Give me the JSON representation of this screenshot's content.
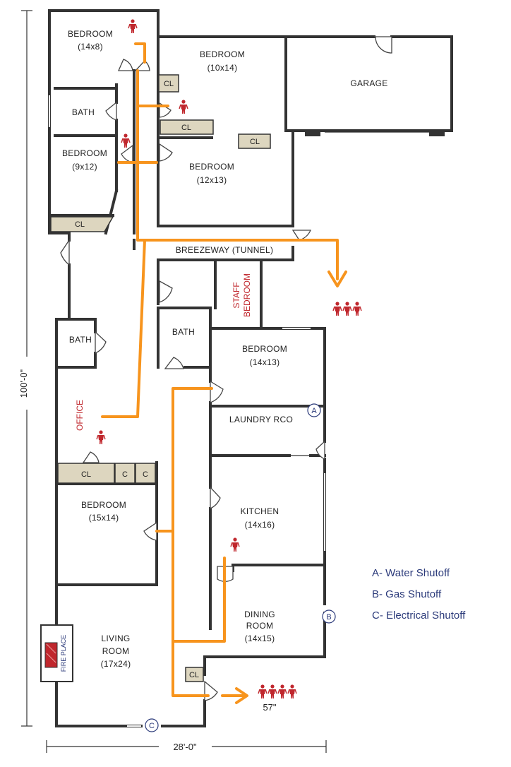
{
  "rooms": {
    "bedroom_a": {
      "name": "BEDROOM",
      "size": "(14x8)"
    },
    "bedroom_b": {
      "name": "BEDROOM",
      "size": "(10x14)"
    },
    "garage": {
      "name": "GARAGE"
    },
    "bath_a": {
      "name": "BATH"
    },
    "bedroom_c": {
      "name": "BEDROOM",
      "size": "(9x12)"
    },
    "bedroom_d": {
      "name": "BEDROOM",
      "size": "(12x13)"
    },
    "breezeway": {
      "name": "BREEZEWAY (TUNNEL)"
    },
    "staff_bedroom": {
      "line1": "STAFF",
      "line2": "BEDROOM"
    },
    "bath_b": {
      "name": "BATH"
    },
    "bath_c": {
      "name": "BATH"
    },
    "bedroom_e": {
      "name": "BEDROOM",
      "size": "(14x13)"
    },
    "office": {
      "name": "OFFICE"
    },
    "laundry": {
      "name": "LAUNDRY RCO"
    },
    "bedroom_f": {
      "name": "BEDROOM",
      "size": "(15x14)"
    },
    "kitchen": {
      "name": "KITCHEN",
      "size": "(14x16)"
    },
    "dining": {
      "line1": "DINING",
      "line2": "ROOM",
      "size": "(14x15)"
    },
    "living": {
      "line1": "LIVING",
      "line2": "ROOM",
      "size": "(17x24)"
    },
    "fireplace": {
      "name": "FIRE PLACE"
    }
  },
  "closets": {
    "cl_label": "CL",
    "c_label": "C"
  },
  "markers": {
    "a": "A",
    "b": "B",
    "c": "C"
  },
  "legend": [
    {
      "text": "A- Water Shutoff"
    },
    {
      "text": "B- Gas Shutoff"
    },
    {
      "text": "C- Electrical Shutoff"
    }
  ],
  "dimensions": {
    "height": "100'-0\"",
    "width": "28'-0\""
  },
  "exit_note": "57\""
}
